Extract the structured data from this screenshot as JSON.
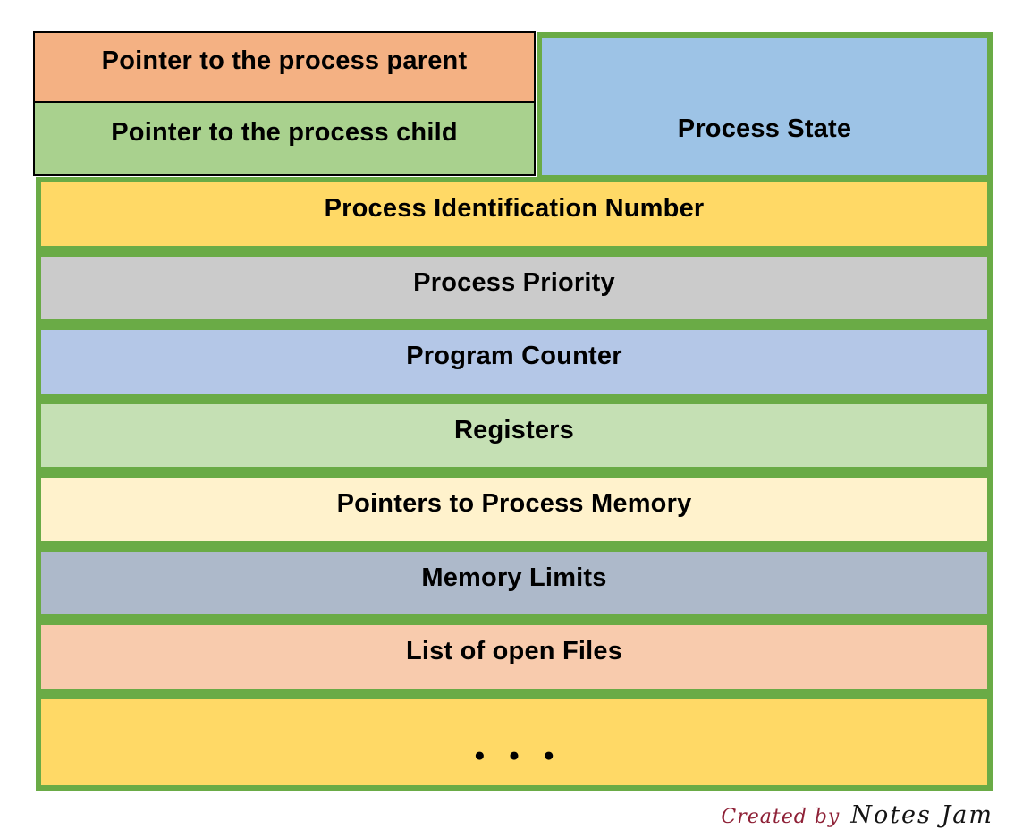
{
  "pcb": {
    "top": {
      "parent_label": "Pointer to the process parent",
      "child_label": "Pointer to the process child",
      "state_label": "Process State"
    },
    "rows": [
      {
        "key": "pid",
        "label": "Process Identification Number",
        "bg": "#FFD966",
        "dots": false
      },
      {
        "key": "priority",
        "label": "Process Priority",
        "bg": "#CBCBCB",
        "dots": false
      },
      {
        "key": "program-counter",
        "label": "Program Counter",
        "bg": "#B4C7E7",
        "dots": false
      },
      {
        "key": "registers",
        "label": "Registers",
        "bg": "#C5E0B4",
        "dots": false
      },
      {
        "key": "memory-pointers",
        "label": "Pointers to Process Memory",
        "bg": "#FFF2CC",
        "dots": false
      },
      {
        "key": "memory-limits",
        "label": "Memory Limits",
        "bg": "#ADB9CA",
        "dots": false
      },
      {
        "key": "open-files",
        "label": "List of open Files",
        "bg": "#F8CBAD",
        "dots": false
      },
      {
        "key": "more-fields",
        "label": "●●●",
        "bg": "#FFD966",
        "dots": true
      }
    ],
    "colors": {
      "parent_bg": "#F4B183",
      "child_bg": "#A9D18E",
      "state_bg": "#9DC3E6",
      "row_border_green": "#6AAB46",
      "top_box_border_black": "#000000",
      "label_text": "#000000",
      "credit_prefix_color": "#8E2036",
      "credit_name_color": "#141414"
    },
    "credit": {
      "prefix": "Created by",
      "name": "Notes Jam"
    }
  }
}
